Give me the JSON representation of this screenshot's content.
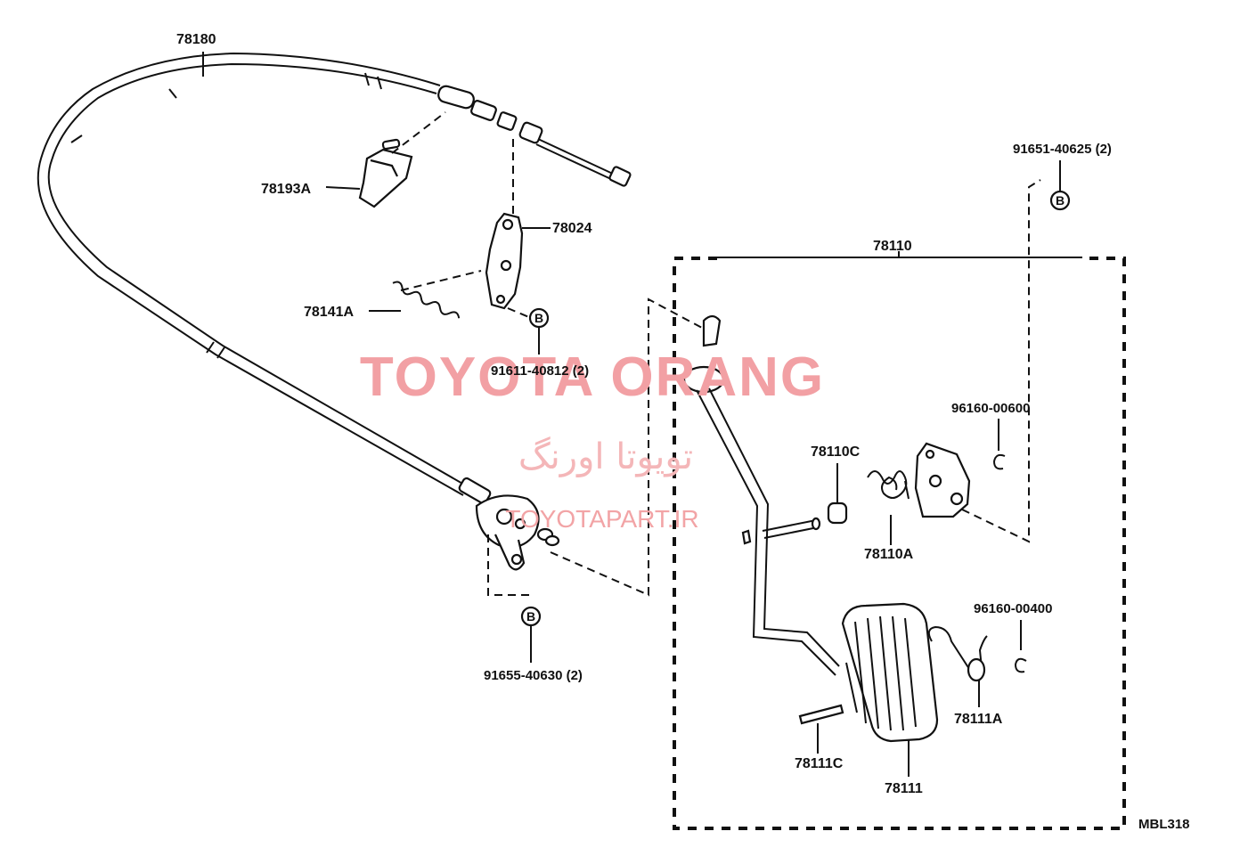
{
  "watermark": {
    "title": "TOYOTA ORANG",
    "persian": "تویوتا اورنگ",
    "url": "TOYOTAPART.IR"
  },
  "ref_code": "MBL318",
  "bolt_marker": "B",
  "parts": {
    "p78180": "78180",
    "p78193A": "78193A",
    "p78024": "78024",
    "p78141A": "78141A",
    "p91611": "91611-40812 (2)",
    "p91655": "91655-40630 (2)",
    "p91651": "91651-40625 (2)",
    "p78110": "78110",
    "p96160_600": "96160-00600",
    "p78110C": "78110C",
    "p78110A": "78110A",
    "p96160_400": "96160-00400",
    "p78111A": "78111A",
    "p78111C": "78111C",
    "p78111": "78111"
  }
}
